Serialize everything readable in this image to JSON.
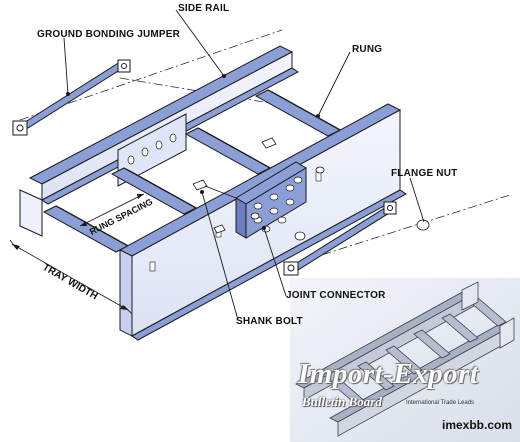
{
  "labels": {
    "side_rail": "SIDE RAIL",
    "ground_bonding_jumper": "GROUND BONDING JUMPER",
    "rung": "RUNG",
    "flange_nut": "FLANGE NUT",
    "rung_spacing": "RUNG SPACING",
    "tray_width": "TRAY WIDTH",
    "joint_connector": "JOINT CONNECTOR",
    "shank_bolt": "SHANK BOLT"
  },
  "watermark": {
    "title": "Import-Export",
    "subtitle": "Bulletin Board",
    "tagline": "International Trade Leads"
  },
  "site": "imexbb.com",
  "colors": {
    "steel_blue": "#8c9ed6",
    "steel_dark": "#6d7fc0",
    "steel_light": "#dfe6f8",
    "web_face": "#eef1fb",
    "outline": "#1a1a1a"
  }
}
